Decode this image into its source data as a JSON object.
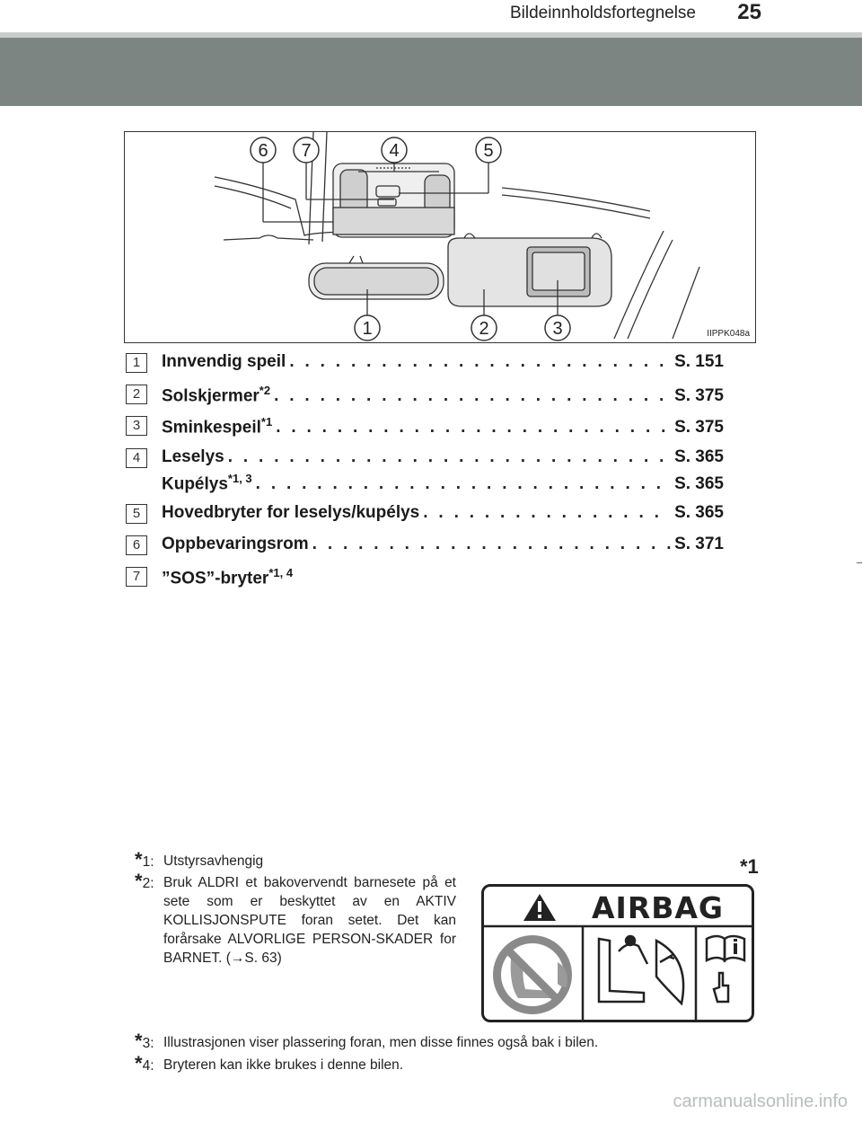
{
  "header": {
    "title": "Bildeinnholdsfortegnelse",
    "page_number": "25"
  },
  "figure": {
    "code": "IIPPK048a",
    "callouts": [
      "1",
      "2",
      "3",
      "4",
      "5",
      "6",
      "7"
    ]
  },
  "items": [
    {
      "num": "1",
      "label": "Innvendig speil",
      "sup": "",
      "ref": "S. 151"
    },
    {
      "num": "2",
      "label": "Solskjermer",
      "sup": "*2",
      "ref": "S. 375"
    },
    {
      "num": "3",
      "label": "Sminkespeil",
      "sup": "*1",
      "ref": "S. 375"
    },
    {
      "num": "4",
      "label": "Leselys",
      "sup": "",
      "ref": "S. 365"
    },
    {
      "num": "",
      "label": "Kupélys",
      "sup": "*1, 3",
      "ref": "S. 365"
    },
    {
      "num": "5",
      "label": "Hovedbryter for leselys/kupélys",
      "sup": "",
      "ref": "S. 365"
    },
    {
      "num": "6",
      "label": "Oppbevaringsrom",
      "sup": "",
      "ref": "S. 371"
    },
    {
      "num": "7",
      "label": "”SOS”-bryter",
      "sup": "*1, 4",
      "ref": ""
    }
  ],
  "footnotes": [
    {
      "mark": "1",
      "text": "Utstyrsavhengig"
    },
    {
      "mark": "2",
      "text": "Bruk ALDRI et bakovervendt barnesete på et sete som er beskyttet av en AKTIV KOLLISJONSPUTE foran setet. Det kan forårsake ALVORLIGE PERSON-SKADER for BARNET. (→S. 63)"
    },
    {
      "mark": "3",
      "text": "Illustrasjonen viser plassering foran, men disse finnes også bak i bilen."
    },
    {
      "mark": "4",
      "text": "Bryteren kan ikke brukes i denne bilen."
    }
  ],
  "airbag_label": {
    "word": "AIRBAG",
    "note_mark": "*1"
  },
  "watermark": "carmanualsonline.info"
}
